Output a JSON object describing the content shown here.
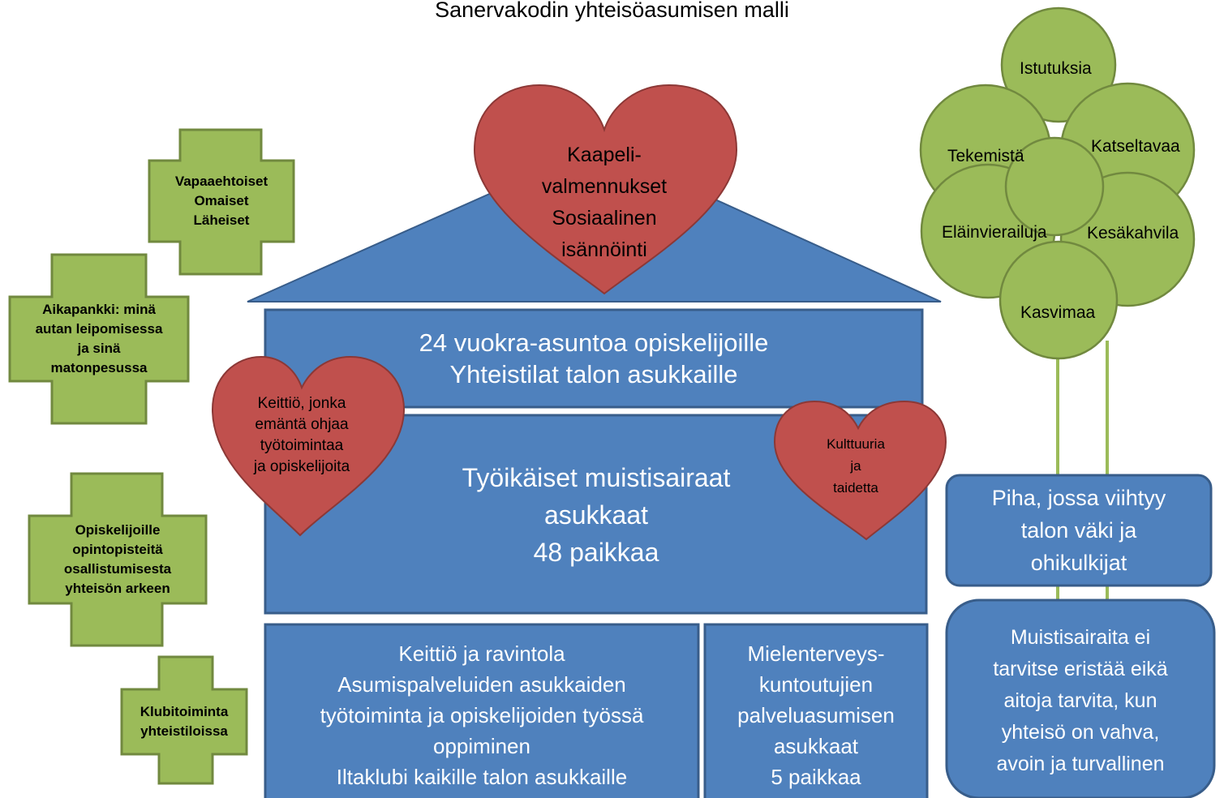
{
  "title": "Sanervakodin yhteisöasumisen malli",
  "roof_heart": [
    "Kaapeli-",
    "valmennukset",
    "Sosiaalinen",
    "isännöinti"
  ],
  "upper_floor": [
    "24 vuokra-asuntoa opiskelijoille",
    "Yhteistilat talon asukkaille"
  ],
  "middle_floor": [
    "Työikäiset muistisairaat",
    "asukkaat",
    "48 paikkaa"
  ],
  "left_heart": [
    "Keittiö, jonka",
    "emäntä ohjaa",
    "työtoimintaa",
    "ja opiskelijoita"
  ],
  "right_heart": [
    "Kulttuuria",
    "ja",
    "taidetta"
  ],
  "ground_left": [
    "Keittiö ja ravintola",
    "Asumispalveluiden asukkaiden",
    "työtoiminta ja opiskelijoiden työssä",
    "oppiminen",
    "Iltaklubi kaikille talon asukkaille"
  ],
  "ground_right": [
    "Mielenterveys-",
    "kuntoutujien",
    "palveluasumisen",
    "asukkaat",
    "5 paikkaa"
  ],
  "crosses": [
    {
      "lines": [
        "Vapaaehtoiset",
        "Omaiset",
        "Läheiset"
      ]
    },
    {
      "lines": [
        "Aikapankki: minä",
        "autan leipomisessa",
        "ja sinä",
        "matonpesussa"
      ]
    },
    {
      "lines": [
        "Opiskelijoille",
        "opintopisteitä",
        "osallistumisesta",
        "yhteisön arkeen"
      ]
    },
    {
      "lines": [
        "Klubitoiminta",
        "yhteistiloissa"
      ]
    }
  ],
  "tree_labels": [
    "Istutuksia",
    "Tekemistä",
    "Katseltavaa",
    "Eläinvierailuja",
    "Kesäkahvila",
    "Kasvimaa"
  ],
  "yard_box": [
    "Piha, jossa viihtyy",
    "talon väki ja",
    "ohikulkijat"
  ],
  "dementia_box": [
    "Muistisairaita ei",
    "tarvitse eristää eikä",
    "aitoja tarvita, kun",
    "yhteisö on vahva,",
    "avoin ja turvallinen"
  ],
  "colors": {
    "blue": "#4f81bd",
    "blue_border": "#385d8a",
    "red": "#c0504d",
    "red_border": "#8c3836",
    "green": "#9bbb59",
    "green_border": "#71893f"
  }
}
